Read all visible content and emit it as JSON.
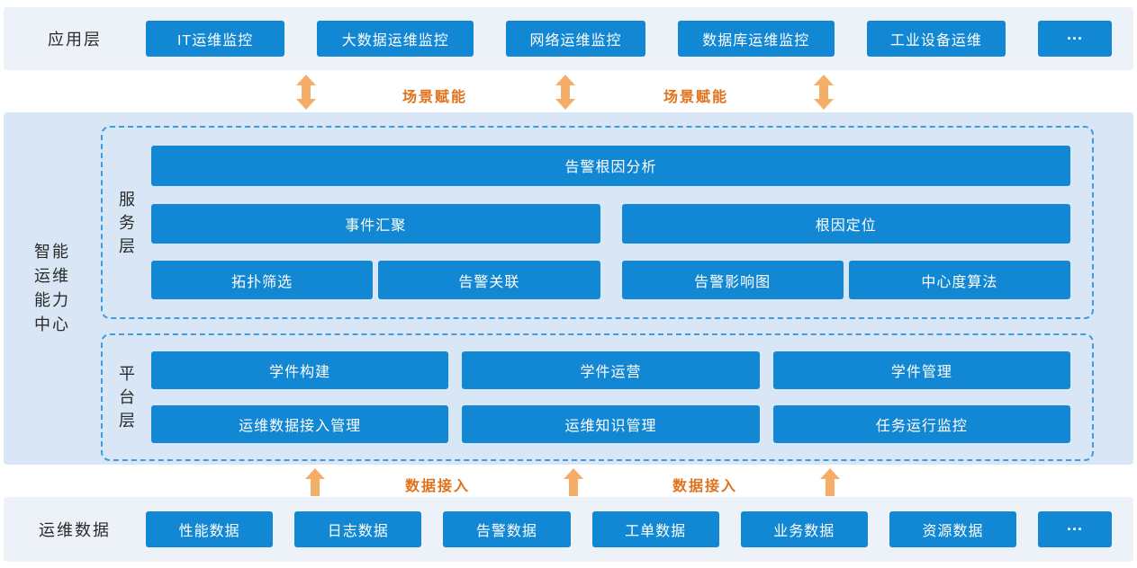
{
  "colors": {
    "box_blue": "#1287d3",
    "band_light": "#edf2f9",
    "center_band": "#d9e6f5",
    "dashed_border": "#3f9ce0",
    "arrow_orange": "#f5ae68",
    "label_orange": "#e0721c"
  },
  "app_layer": {
    "label": "应用层",
    "items": [
      "IT运维监控",
      "大数据运维监控",
      "网络运维监控",
      "数据库运维监控",
      "工业设备运维",
      "···"
    ]
  },
  "top_connector": {
    "labels": [
      "场景赋能",
      "场景赋能"
    ]
  },
  "center": {
    "label": "智能\n运维\n能力\n中心",
    "service_layer": {
      "label": "服\n务\n层",
      "row1": [
        "告警根因分析"
      ],
      "row2": [
        "事件汇聚",
        "根因定位"
      ],
      "row3": [
        "拓扑筛选",
        "告警关联",
        "告警影响图",
        "中心度算法"
      ]
    },
    "platform_layer": {
      "label": "平\n台\n层",
      "row1": [
        "学件构建",
        "学件运营",
        "学件管理"
      ],
      "row2": [
        "运维数据接入管理",
        "运维知识管理",
        "任务运行监控"
      ]
    }
  },
  "bottom_connector": {
    "labels": [
      "数据接入",
      "数据接入"
    ]
  },
  "data_layer": {
    "label": "运维数据",
    "items": [
      "性能数据",
      "日志数据",
      "告警数据",
      "工单数据",
      "业务数据",
      "资源数据",
      "···"
    ]
  }
}
